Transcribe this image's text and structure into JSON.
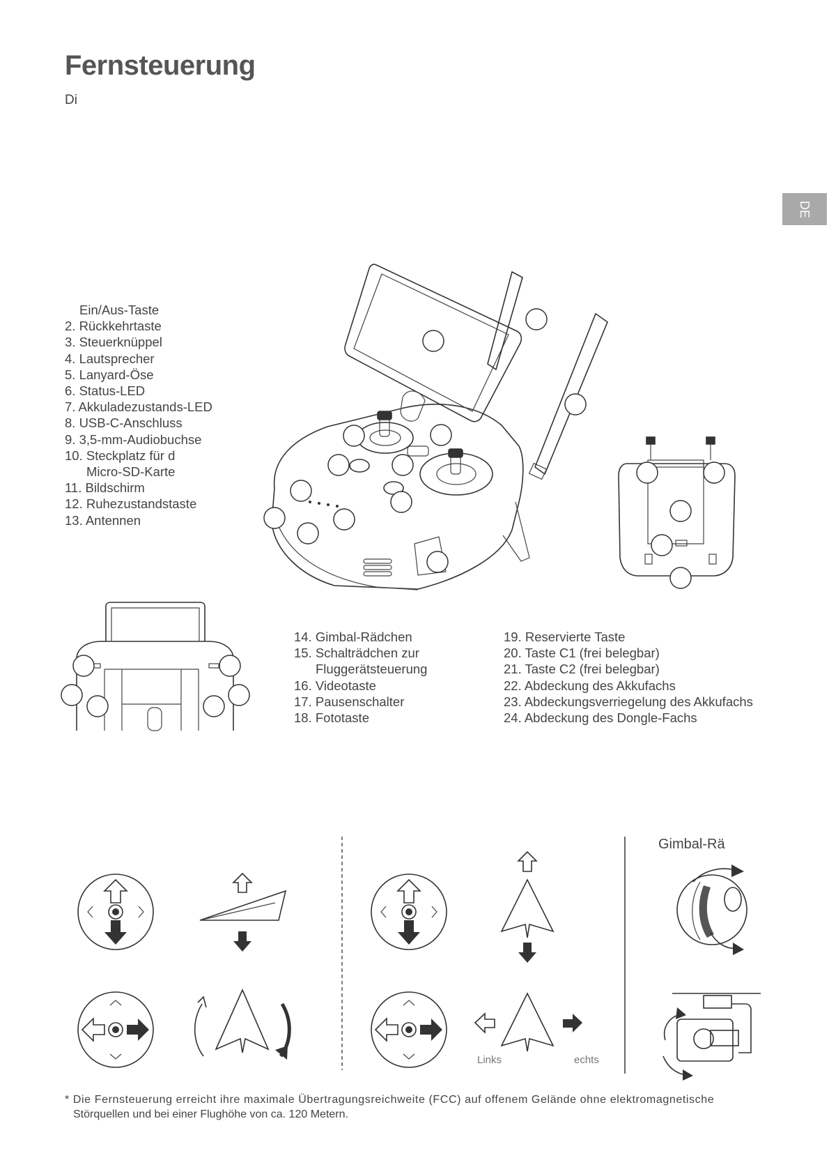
{
  "page": {
    "title": "Fernsteuerung",
    "intro": "Di",
    "side_tab": "DE"
  },
  "parts_list_a": [
    "Ein/Aus-Taste",
    "2. Rückkehrtaste",
    "3. Steuerknüppel",
    "4. Lautsprecher",
    "5. Lanyard-Öse",
    "6. Status-LED",
    "7. Akkuladezustands-LED",
    "8. USB-C-Anschluss",
    "9. 3,5-mm-Audiobuchse",
    "10. Steckplatz für d",
    "Micro-SD-Karte",
    "11. Bildschirm",
    "12. Ruhezustandstaste",
    "13. Antennen"
  ],
  "parts_list_b": [
    "14. Gimbal-Rädchen",
    "15. Schalträdchen zur",
    "Fluggerätsteuerung",
    "16. Videotaste",
    "17. Pausenschalter",
    "18. Fototaste"
  ],
  "parts_list_c": [
    "19. Reservierte Taste",
    "20. Taste C1 (frei belegbar)",
    "21. Taste C2 (frei belegbar)",
    "22. Abdeckung des Akkufachs",
    "23. Abdeckungsverriegelung des Akkufachs",
    "24. Abdeckung des Dongle-Fachs"
  ],
  "control_diagram": {
    "gimbal_label": "Gimbal-Rä",
    "left_label": "Links",
    "right_label": "echts"
  },
  "footnote": {
    "line1": "* Die Fernsteuerung erreicht ihre maximale Übertragungsreichweite (FCC) auf offenem Gelände ohne elektromagnetische",
    "line2": "Störquellen und bei einer Flughöhe von ca. 120 Metern."
  }
}
